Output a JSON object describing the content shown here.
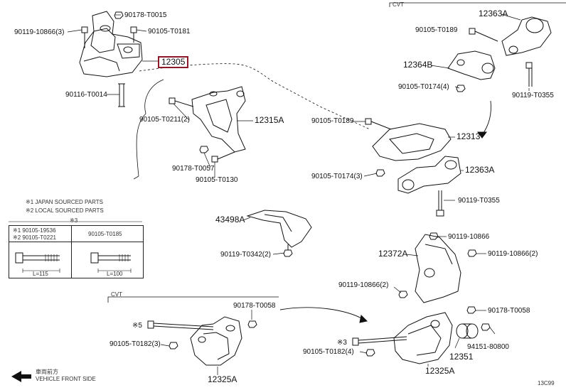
{
  "colors": {
    "line": "#111111",
    "highlight": "#8b1a2b",
    "background": "#ffffff"
  },
  "labels": {
    "l1": "90178-T0015",
    "l2": "90119-10866(3)",
    "l3": "90105-T0181",
    "l4": "12305",
    "l5": "90116-T0014",
    "l6": "90105-T0211(2)",
    "l7": "12315A",
    "l8": "90178-T0057",
    "l9": "90105-T0130",
    "l10": "CVT",
    "l11": "12363A",
    "l12": "90105-T0189",
    "l13": "12364B",
    "l14": "90105-T0174(4)",
    "l15": "90119-T0355",
    "l16": "90105-T0189",
    "l17": "12313",
    "l18": "90105-T0174(3)",
    "l19": "12363A",
    "l20": "90119-T0355",
    "l21": "43498A",
    "l22": "90119-T0342(2)",
    "l23": "90119-10866",
    "l24": "12372A",
    "l25": "90119-10866(2)",
    "l26": "90119-10866(2)",
    "l27": "CVT",
    "l28": "90178-T0058",
    "l29": "※5",
    "l30": "90105-T0182(3)",
    "l31": "12325A",
    "l32": "90178-T0058",
    "l33": "※3",
    "l34": "90105-T0182(4)",
    "l35": "94151-80800",
    "l36": "12351",
    "l37": "12325A",
    "l38": "※1 JAPAN SOURCED PARTS",
    "l39": "※2 LOCAL SOURCED PARTS",
    "l40": "※3",
    "l41": "※1 90105-19536",
    "l42": "※2 90105-T0221",
    "l43": "90105-T0185",
    "l44": "L=115",
    "l45": "L=100",
    "l46": "車両前方",
    "l47": "VEHICLE FRONT SIDE",
    "l48": "13C99"
  }
}
